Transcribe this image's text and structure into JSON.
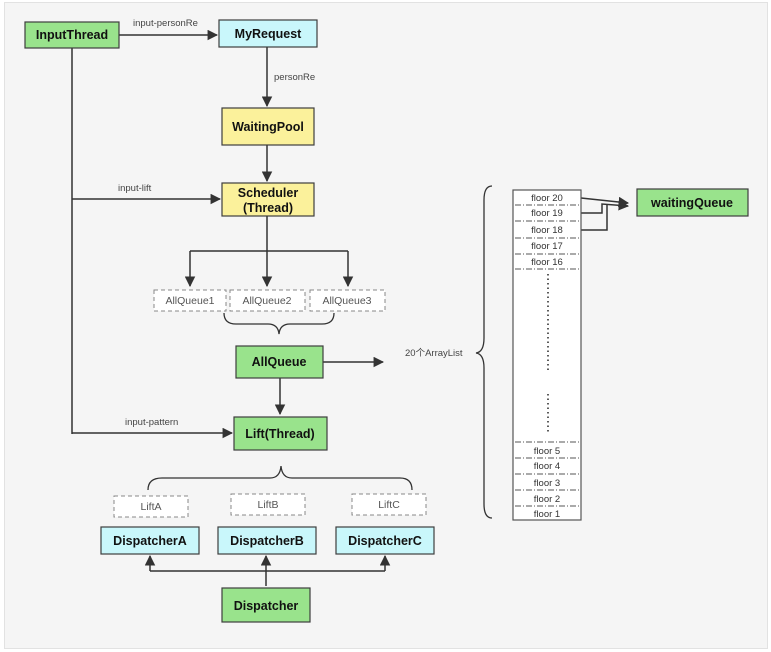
{
  "nodes": {
    "input_thread": "InputThread",
    "my_request": "MyRequest",
    "waiting_pool": "WaitingPool",
    "scheduler_line1": "Scheduler",
    "scheduler_line2": "(Thread)",
    "all_queue_1": "AllQueue1",
    "all_queue_2": "AllQueue2",
    "all_queue_3": "AllQueue3",
    "all_queue": "AllQueue",
    "lift_thread": "Lift(Thread)",
    "lift_a": "LiftA",
    "lift_b": "LiftB",
    "lift_c": "LiftC",
    "dispatcher_a": "DispatcherA",
    "dispatcher_b": "DispatcherB",
    "dispatcher_c": "DispatcherC",
    "dispatcher": "Dispatcher",
    "waiting_queue": "waitingQueue"
  },
  "edge_labels": {
    "input_person_re": "input-personRe",
    "person_re": "personRe",
    "input_lift": "input-lift",
    "input_pattern": "input-pattern",
    "array_list": "20个ArrayList"
  },
  "floors_top": [
    "floor 20",
    "floor 19",
    "floor 18",
    "floor 17",
    "floor 16"
  ],
  "floors_bottom": [
    "floor 5",
    "floor 4",
    "floor 3",
    "floor 2",
    "floor 1"
  ],
  "colors": {
    "thread_green": "#99e38c",
    "data_cyan": "#c9f7fb",
    "pool_yellow": "#fbf19b"
  }
}
